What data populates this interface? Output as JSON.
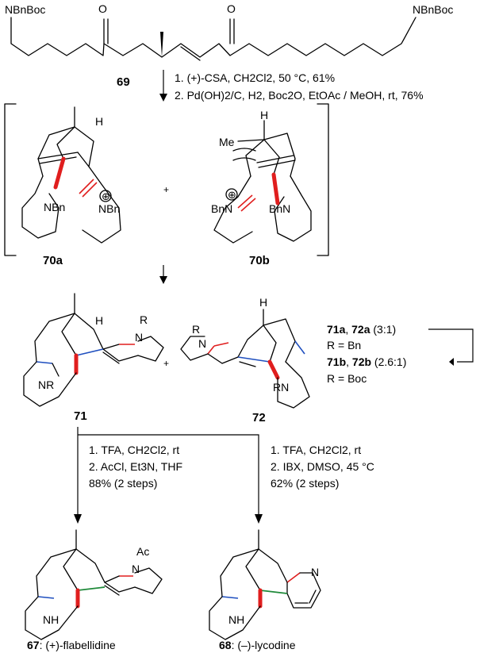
{
  "compound_69": {
    "left_group": "NBnBoc",
    "right_group": "NBnBoc",
    "ketone_o1": "O",
    "ketone_o2": "O",
    "number": "69"
  },
  "step1": {
    "line1": "1. (+)-CSA, CH2Cl2, 50 °C, 61%",
    "line2": "2. Pd(OH)2/C, H2, Boc2O, EtOAc / MeOH, rt, 76%"
  },
  "intermediate_70a": {
    "h": "H",
    "n_left": "NBn",
    "n_right": "NBn",
    "charge": "⊕",
    "number": "70a"
  },
  "intermediate_70b": {
    "h": "H",
    "me": "Me",
    "n_left": "BnN",
    "n_right": "BnN",
    "charge": "⊕",
    "number": "70b"
  },
  "plus_sign": "+",
  "compound_71": {
    "h": "H",
    "r": "R",
    "n": "N",
    "nr": "NR",
    "number": "71"
  },
  "compound_72": {
    "h": "H",
    "r": "R",
    "n": "N",
    "rn": "RN",
    "number": "72"
  },
  "ratio_box": {
    "line1_a": "71a",
    "line1_sep": ", ",
    "line1_b": "72a",
    "line1_ratio": " (3:1)",
    "line2": "R = Bn",
    "line3_a": "71b",
    "line3_sep": ", ",
    "line3_b": "72b",
    "line3_ratio": " (2.6:1)",
    "line4": "R = Boc"
  },
  "step_left": {
    "line1": "1. TFA, CH2Cl2, rt",
    "line2": "2. AcCl, Et3N, THF",
    "line3": "88% (2 steps)"
  },
  "step_right": {
    "line1": "1. TFA, CH2Cl2, rt",
    "line2": "2. IBX, DMSO, 45 °C",
    "line3": "62% (2 steps)"
  },
  "product_67": {
    "ac": "Ac",
    "n": "N",
    "nh": "NH",
    "number": "67",
    "name": ": (+)-flabellidine"
  },
  "product_68": {
    "n": "N",
    "nh": "NH",
    "number": "68",
    "name": ": (–)-lycodine"
  }
}
